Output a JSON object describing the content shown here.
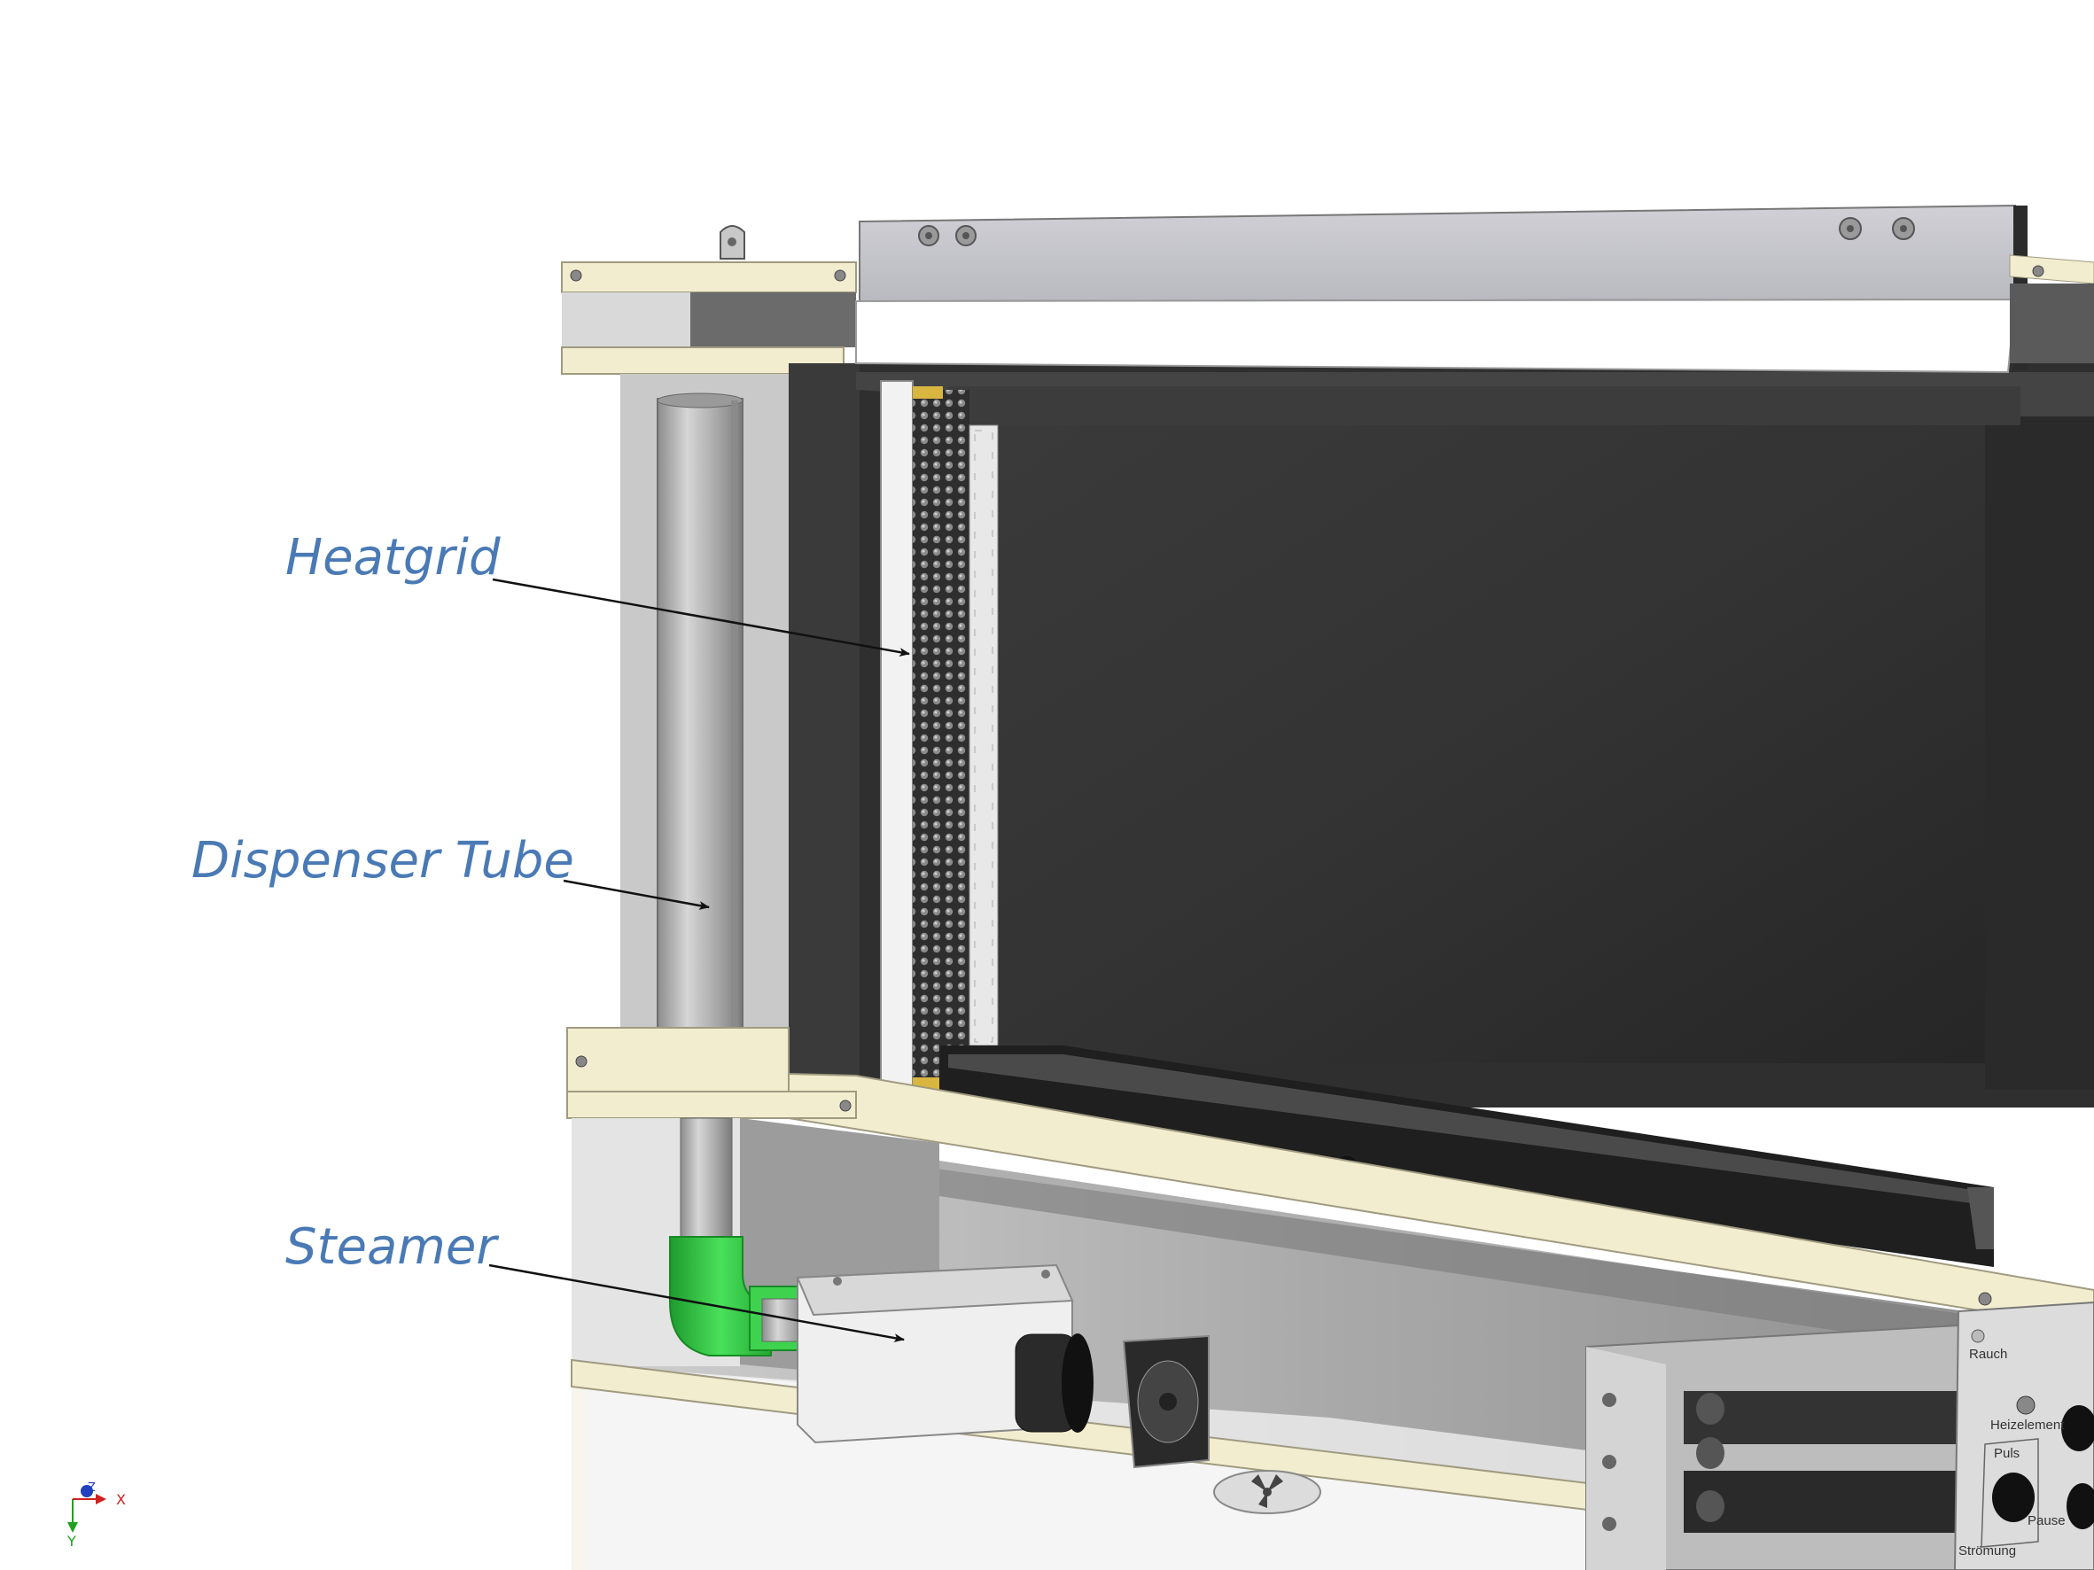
{
  "labels": {
    "heatgrid": "Heatgrid",
    "dispenser_tube": "Dispenser Tube",
    "steamer": "Steamer"
  },
  "control_panel": {
    "rauch": "Rauch",
    "heizelement": "Heizelement",
    "puls": "Puls",
    "pause": "Pause",
    "stroemung": "Strömung"
  },
  "axis_triad": {
    "x": "X",
    "y": "Y",
    "z": "Z"
  },
  "colors": {
    "label_text": "#4a7ab5",
    "wood_panel": "#f3edd0",
    "housing_dark": "#2b2b2b",
    "pipe_elbow": "#33cc44",
    "tube_grey": "#b8b8b8"
  }
}
